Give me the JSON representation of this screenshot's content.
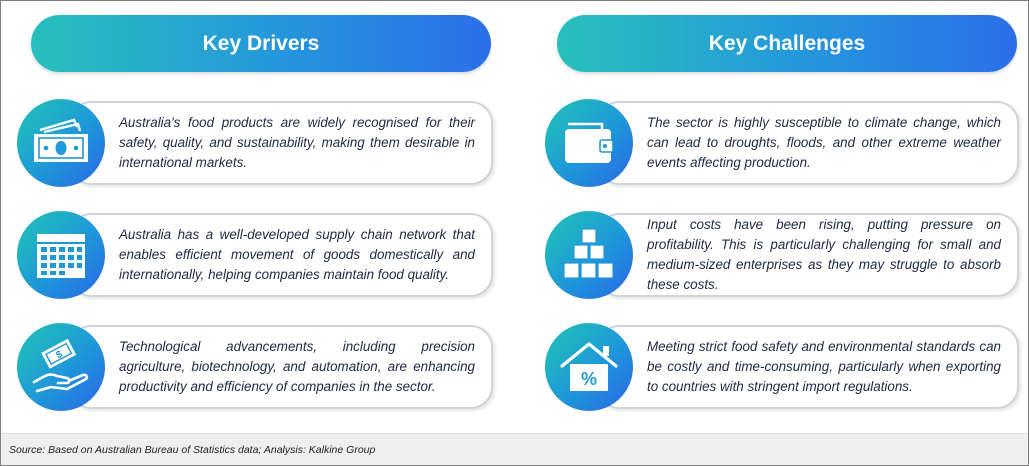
{
  "columns": {
    "drivers": {
      "title": "Key Drivers",
      "items": [
        {
          "icon": "money-icon",
          "text": "Australia's food products are widely recognised for their safety, quality, and sustainability, making them desirable in international markets."
        },
        {
          "icon": "calendar-icon",
          "text": "Australia has a well-developed supply chain network that enables efficient movement of goods domestically and internationally, helping companies maintain food quality."
        },
        {
          "icon": "cash-in-hand-icon",
          "text": "Technological advancements, including precision agriculture, biotechnology, and automation, are enhancing productivity and efficiency of companies in the sector."
        }
      ]
    },
    "challenges": {
      "title": "Key Challenges",
      "items": [
        {
          "icon": "wallet-icon",
          "text": "The sector is highly susceptible to climate change, which can lead to droughts, floods, and other extreme weather events affecting production."
        },
        {
          "icon": "stacked-boxes-icon",
          "text": "Input costs have been rising, putting pressure on profitability. This is particularly challenging for small and medium-sized enterprises as they may struggle to absorb these costs."
        },
        {
          "icon": "house-percent-icon",
          "text": "Meeting strict food safety and environmental standards can be costly and time-consuming, particularly when exporting to countries with stringent import regulations."
        }
      ]
    }
  },
  "footer": {
    "source": "Source: Based on Australian Bureau of Statistics data; Analysis: Kalkine Group"
  }
}
